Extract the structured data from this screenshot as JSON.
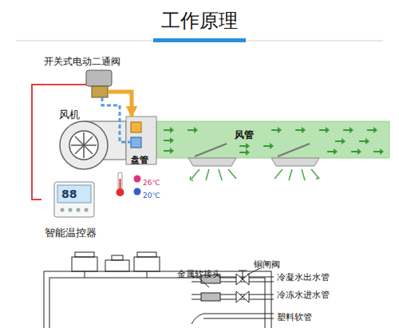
{
  "diagram": {
    "title": "工作原理",
    "nodes": [
      {
        "text": [
          "开关式电动二通阀"
        ]
      },
      {
        "text": [
          "风机"
        ]
      },
      {
        "text": [
          "盘管"
        ]
      },
      {
        "text": [
          "风管"
        ]
      },
      {
        "text": [
          "88",
          "智能温控器"
        ]
      }
    ],
    "edges": [
      {
        "from": 4,
        "to": 0,
        "arrow": "none"
      },
      {
        "from": 0,
        "to": 2,
        "arrow": "to"
      }
    ],
    "labels": [
      "26℃",
      "20℃",
      "金属软接头",
      "铜闸阀",
      "冷凝水出水管",
      "冷冻水进水管",
      "塑料软管"
    ]
  }
}
